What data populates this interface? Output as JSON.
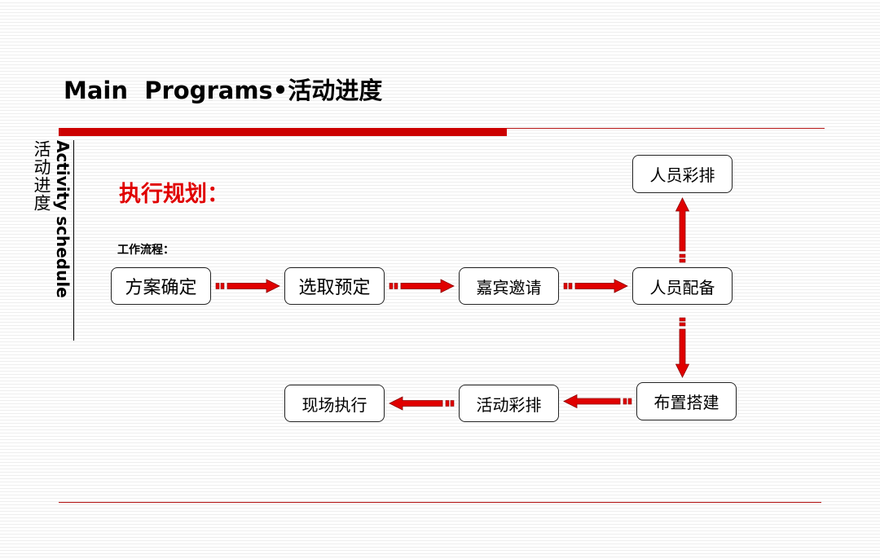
{
  "slide": {
    "title": "Main  Programs•活动进度",
    "side_label_cn": "活动进度",
    "side_label_en": "Activity schedule",
    "heading": "执行规划：",
    "flow_label": "工作流程："
  },
  "diagram": {
    "nodes": [
      {
        "id": "scheme",
        "label": "方案确定"
      },
      {
        "id": "venue",
        "label": "选取预定"
      },
      {
        "id": "guests",
        "label": "嘉宾邀请"
      },
      {
        "id": "staffing",
        "label": "人员配备"
      },
      {
        "id": "staff-rehearsal",
        "label": "人员彩排"
      },
      {
        "id": "setup",
        "label": "布置搭建"
      },
      {
        "id": "event-rehearsal",
        "label": "活动彩排"
      },
      {
        "id": "onsite",
        "label": "现场执行"
      }
    ],
    "edges": [
      {
        "from": "scheme",
        "to": "venue"
      },
      {
        "from": "venue",
        "to": "guests"
      },
      {
        "from": "guests",
        "to": "staffing"
      },
      {
        "from": "staffing",
        "to": "staff-rehearsal"
      },
      {
        "from": "staffing",
        "to": "setup"
      },
      {
        "from": "setup",
        "to": "event-rehearsal"
      },
      {
        "from": "event-rehearsal",
        "to": "onsite"
      }
    ],
    "colors": {
      "arrow": "#e00000",
      "arrow_stroke": "#8b0000",
      "heading": "#e00000",
      "rule": "#cc0000"
    }
  }
}
